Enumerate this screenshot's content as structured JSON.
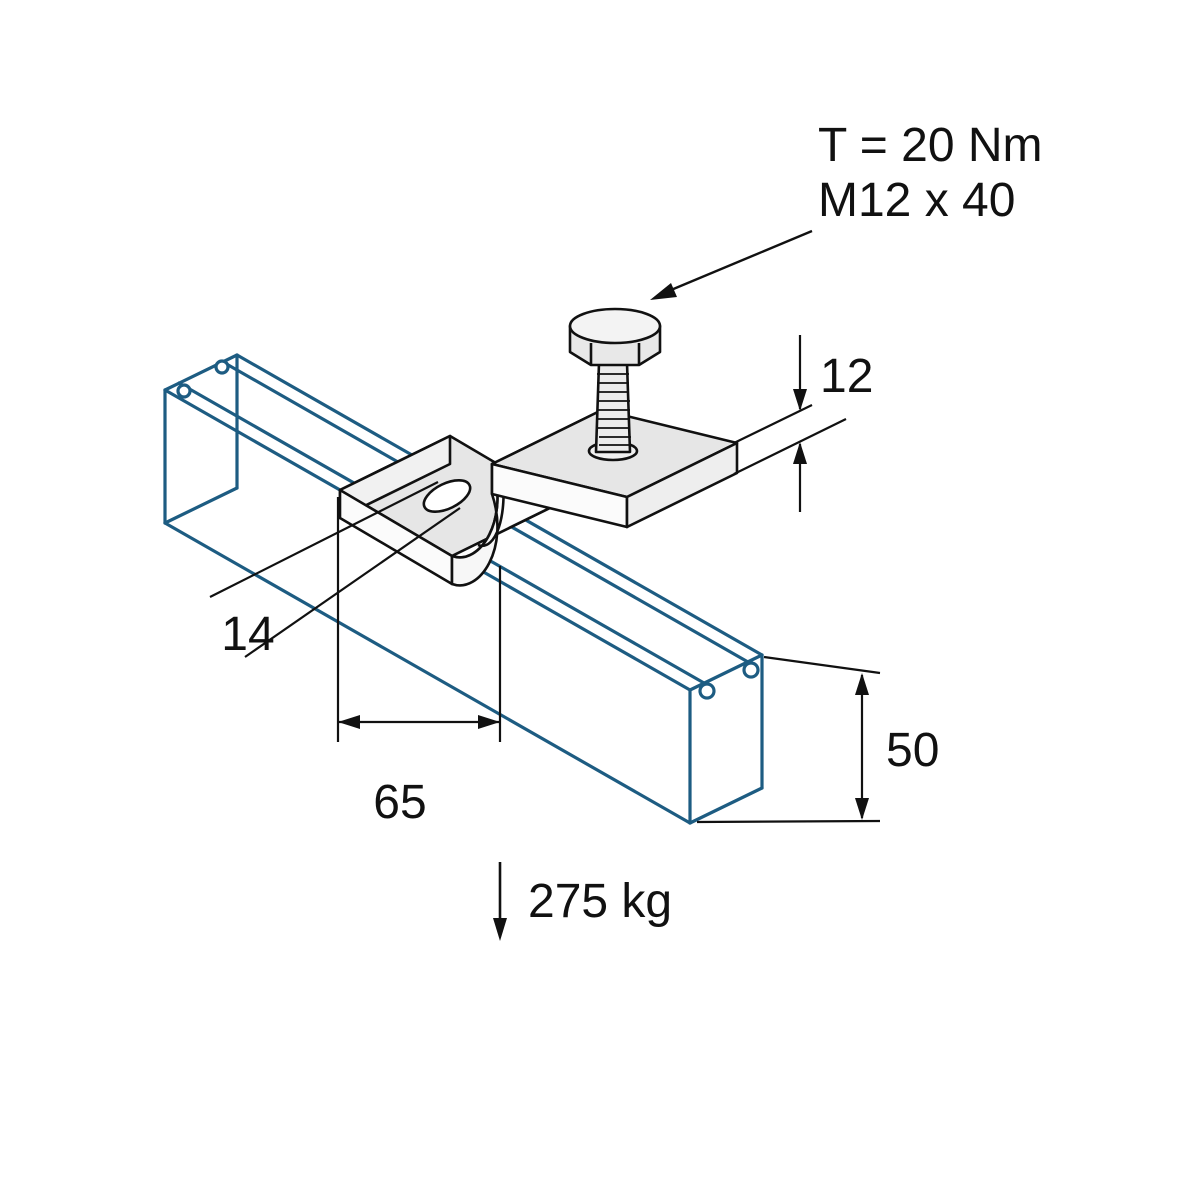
{
  "diagram": {
    "annotations": {
      "torque": "T = 20 Nm",
      "bolt_spec": "M12 x 40",
      "load_capacity": "275 kg"
    },
    "dimensions": {
      "plate_thickness_mm": "12",
      "hole_diameter_mm": "14",
      "hole_offset_mm": "65",
      "channel_depth_mm": "50"
    },
    "colors": {
      "line_black": "#111111",
      "channel_blue": "#1d5c82",
      "face_gray": "#e6e6e6",
      "face_white": "#fbfbfb",
      "background": "#ffffff"
    }
  }
}
